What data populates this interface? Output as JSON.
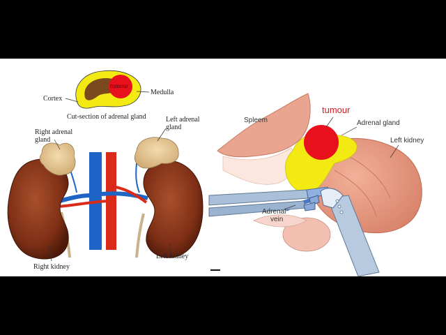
{
  "left_panel": {
    "cross_section": {
      "tumour": "tumour",
      "cortex": "Cortex",
      "medulla": "Medulla",
      "caption": "Cut-section of adrenal gland"
    },
    "right_adrenal_gland": [
      "Right adrenal",
      "gland"
    ],
    "left_adrenal_gland": [
      "Left adrenal",
      "gland"
    ],
    "right_kidney": "Right kidney",
    "left_kidney": "Left kidney"
  },
  "right_panel": {
    "tumour": "tumour",
    "spleen": "Spleem",
    "adrenal_gland": "Adrenal gland",
    "left_kidney": "Left kidney",
    "adrenal_vein": [
      "Adrenal",
      "vein"
    ]
  },
  "colors": {
    "background": "#000000",
    "tumour": "#e8101c",
    "adrenal_yellow": "#f3ea14",
    "kidney": "#8a3a1c",
    "vein_blue": "#1e63c6",
    "artery_red": "#d92a1a",
    "label_red": "#d32027"
  }
}
